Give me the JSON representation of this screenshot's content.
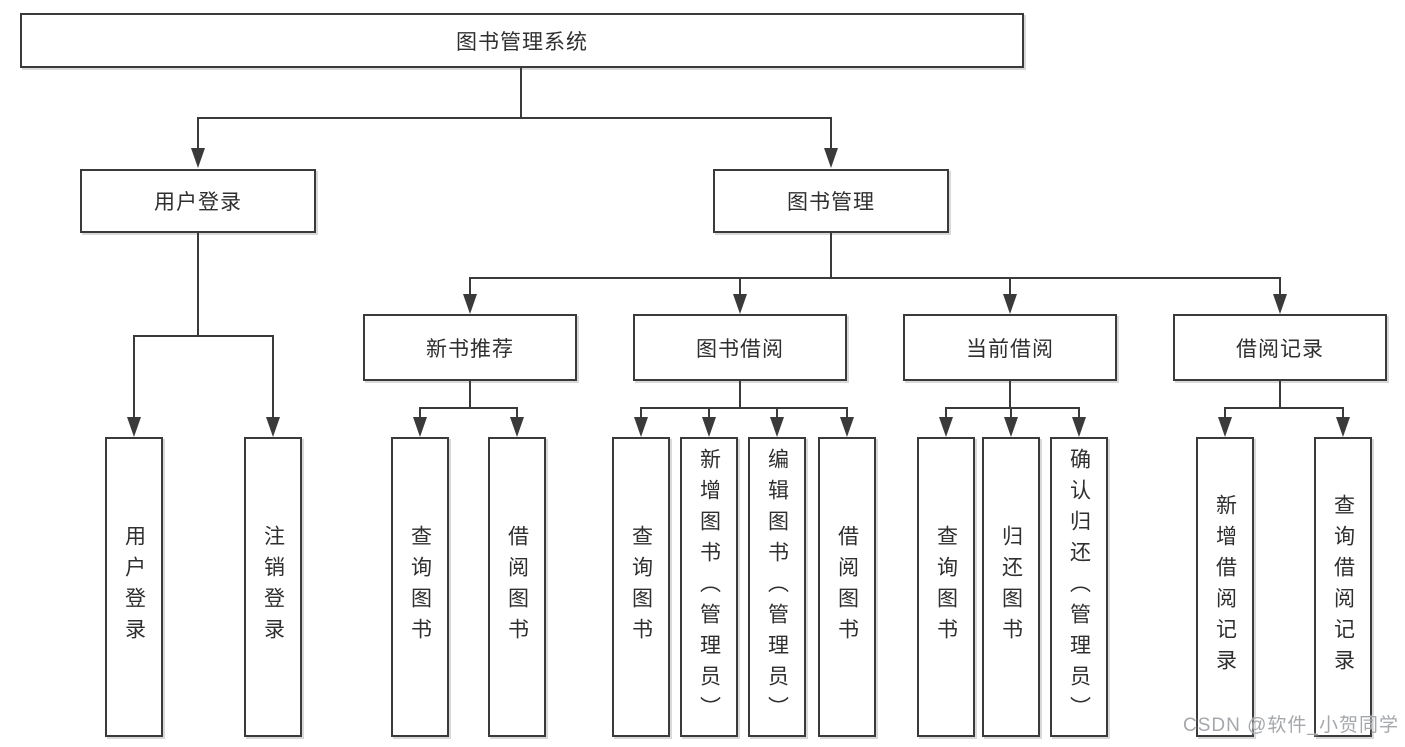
{
  "diagram": {
    "type": "hierarchy-org-chart",
    "line_color": "#3a3a3a",
    "background": "#ffffff",
    "tree": {
      "label": "图书管理系统",
      "children": [
        {
          "label": "用户登录",
          "children": [
            {
              "label": "用户登录"
            },
            {
              "label": "注销登录"
            }
          ]
        },
        {
          "label": "图书管理",
          "children": [
            {
              "label": "新书推荐",
              "children": [
                {
                  "label": "查询图书"
                },
                {
                  "label": "借阅图书"
                }
              ]
            },
            {
              "label": "图书借阅",
              "children": [
                {
                  "label": "查询图书"
                },
                {
                  "label": "新增图书（管理员）"
                },
                {
                  "label": "编辑图书（管理员）"
                },
                {
                  "label": "借阅图书"
                }
              ]
            },
            {
              "label": "当前借阅",
              "children": [
                {
                  "label": "查询图书"
                },
                {
                  "label": "归还图书"
                },
                {
                  "label": "确认归还（管理员）"
                }
              ]
            },
            {
              "label": "借阅记录",
              "children": [
                {
                  "label": "新增借阅记录"
                },
                {
                  "label": "查询借阅记录"
                }
              ]
            }
          ]
        }
      ]
    }
  },
  "watermark": {
    "text": "CSDN @软件_小贺同学",
    "color": "#a4a8ac"
  }
}
